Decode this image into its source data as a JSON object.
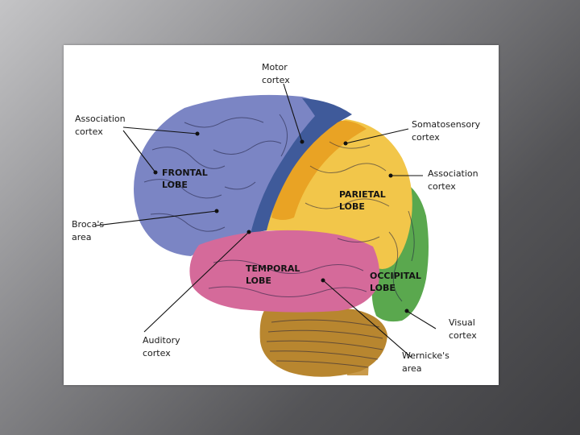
{
  "diagram": {
    "labels": {
      "motor_cortex": [
        "Motor",
        "cortex"
      ],
      "association_cortex_left": [
        "Association",
        "cortex"
      ],
      "somatosensory_cortex": [
        "Somatosensory",
        "cortex"
      ],
      "association_cortex_right": [
        "Association",
        "cortex"
      ],
      "brocas_area": [
        "Broca's",
        "area"
      ],
      "visual_cortex": [
        "Visual",
        "cortex"
      ],
      "auditory_cortex": [
        "Auditory",
        "cortex"
      ],
      "wernickes_area": [
        "Wernicke's",
        "area"
      ]
    },
    "lobes": {
      "frontal": [
        "FRONTAL",
        "LOBE"
      ],
      "parietal": [
        "PARIETAL",
        "LOBE"
      ],
      "temporal": [
        "TEMPORAL",
        "LOBE"
      ],
      "occipital": [
        "OCCIPITAL",
        "LOBE"
      ]
    },
    "colors": {
      "frontal": "#7b85c4",
      "motor": "#3f5a9a",
      "parietal": "#f2c64a",
      "somatosensory": "#e9a324",
      "temporal": "#d56a9a",
      "occipital": "#5aa84e",
      "cerebellum": "#b8862f",
      "brainstem": "#c99a4a"
    }
  }
}
